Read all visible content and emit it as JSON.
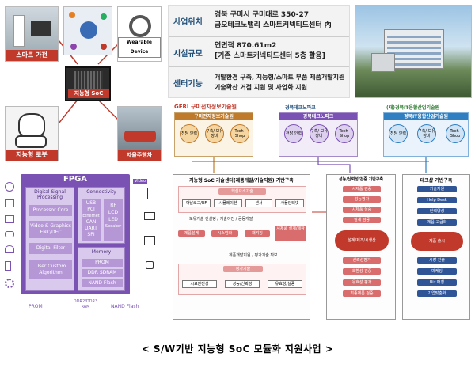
{
  "soc_cluster": {
    "smart_home": "스마트 가전",
    "wearable": "Wearable Device",
    "soc_label": "지능형 SoC",
    "robot": "지능형 로봇",
    "vehicle": "자율주행차"
  },
  "fpga": {
    "title": "FPGA",
    "dsp_title": "Digital Signal Processing",
    "dsp_items": [
      "Processor Core",
      "Video & Graphics ENC/DEC",
      "Digital Filter",
      "User Custom Algorithm"
    ],
    "connectivity_title": "Connectivity",
    "conn_left": [
      "USB",
      "PCI",
      "Ethernet",
      "CAN",
      "UART",
      "SPI"
    ],
    "conn_right": [
      "RF",
      "LCD",
      "LED",
      "Speaker"
    ],
    "memory_title": "Memory",
    "memory_items": [
      "PROM",
      "DDR SDRAM",
      "NAND Flash"
    ],
    "bottom_items": [
      "PROM",
      "DDR2/DDR3 RAM",
      "NAND Flash"
    ],
    "side_label": "Video"
  },
  "info": {
    "rows": [
      {
        "key": "사업위치",
        "lines": [
          "경북 구미시 구미대로 350-27",
          "금오테크노밸리 스마트커넥티드센터 內"
        ]
      },
      {
        "key": "시설규모",
        "lines": [
          "연면적 870.61m2",
          "[기존 스마트커넥티드센터 5층 활용]"
        ]
      },
      {
        "key": "센터기능",
        "lines": [
          "개발환경 구축, 지능형/스마트 부품 제품개발지원",
          "기술확산 거점 지원 및 사업화 지원"
        ]
      }
    ]
  },
  "orgs": {
    "logos": [
      "GERI 구미전자정보기술원",
      "경북테크노파크",
      "(재)경북IT융합산업기술원"
    ],
    "columns": [
      {
        "title": "구미전자정보기술원",
        "circles": [
          "전담 인력",
          "구축/ 보유 장비",
          "Tech- Shop"
        ]
      },
      {
        "title": "경북테크노파크",
        "circles": [
          "전담 인력",
          "구축/ 보유 장비",
          "Tech- Shop"
        ]
      },
      {
        "title": "경북IT융합산업기술원",
        "circles": [
          "전담 인력",
          "구축/ 보유 장비",
          "Tech- Shop"
        ]
      }
    ]
  },
  "flow": {
    "sec1_title": "지능형 SoC 기술센터(제품개발/기술지원) 기반구축",
    "sec1_sub": "핵심요소기술",
    "sec1_items": [
      "아날로그/RF",
      "시뮬레이션",
      "센서",
      "사물인터넷"
    ],
    "sec1_sub2": "보유기술 컨설팅 / 기술이전 / 공동개발",
    "sec1_chain": [
      "제품설계",
      "시스템화",
      "패키징",
      "시제품 설계/제작"
    ],
    "sec1_note": "제품개발지원 / 평가기술 확보",
    "sec1_sub3": "평가기술",
    "sec1_eval": [
      "시료안전성",
      "성능/신뢰성",
      "유효성/실증"
    ],
    "sec2_title": "성능/신뢰성/검증 기반구축",
    "sec2_items": [
      "시제품 검증",
      "성능평가",
      "시제품 실증",
      "설계 검증",
      "설계/제조/시생산",
      "신뢰성평가",
      "호환성 검증",
      "유효성 평가",
      "최종제품 검증"
    ],
    "sec3_title": "테크샵 기반구축",
    "sec3_items": [
      "기술지원",
      "Help Desk",
      "인력양성",
      "제품 고급화",
      "제품 출시",
      "시장 진출",
      "마케팅",
      "Biz 매칭",
      "기업맞춤화"
    ]
  },
  "caption": "< S/W기반 지능형 SoC 모듈화 지원사업 >"
}
